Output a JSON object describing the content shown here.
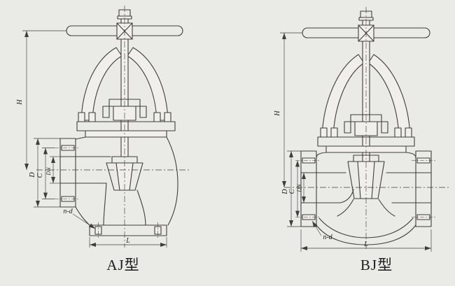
{
  "page": {
    "background_color": "#eaeae7",
    "ink_color": "#3f3e3b"
  },
  "figures": [
    {
      "caption": "AJ型",
      "dims": {
        "H": "H",
        "D": "D",
        "C": "C",
        "DN": "DN",
        "nd": "n-d",
        "L": "L"
      }
    },
    {
      "caption": "BJ型",
      "dims": {
        "H": "H",
        "D": "D",
        "C": "C",
        "DN": "DN",
        "nd": "n-d",
        "L": "L"
      }
    }
  ]
}
